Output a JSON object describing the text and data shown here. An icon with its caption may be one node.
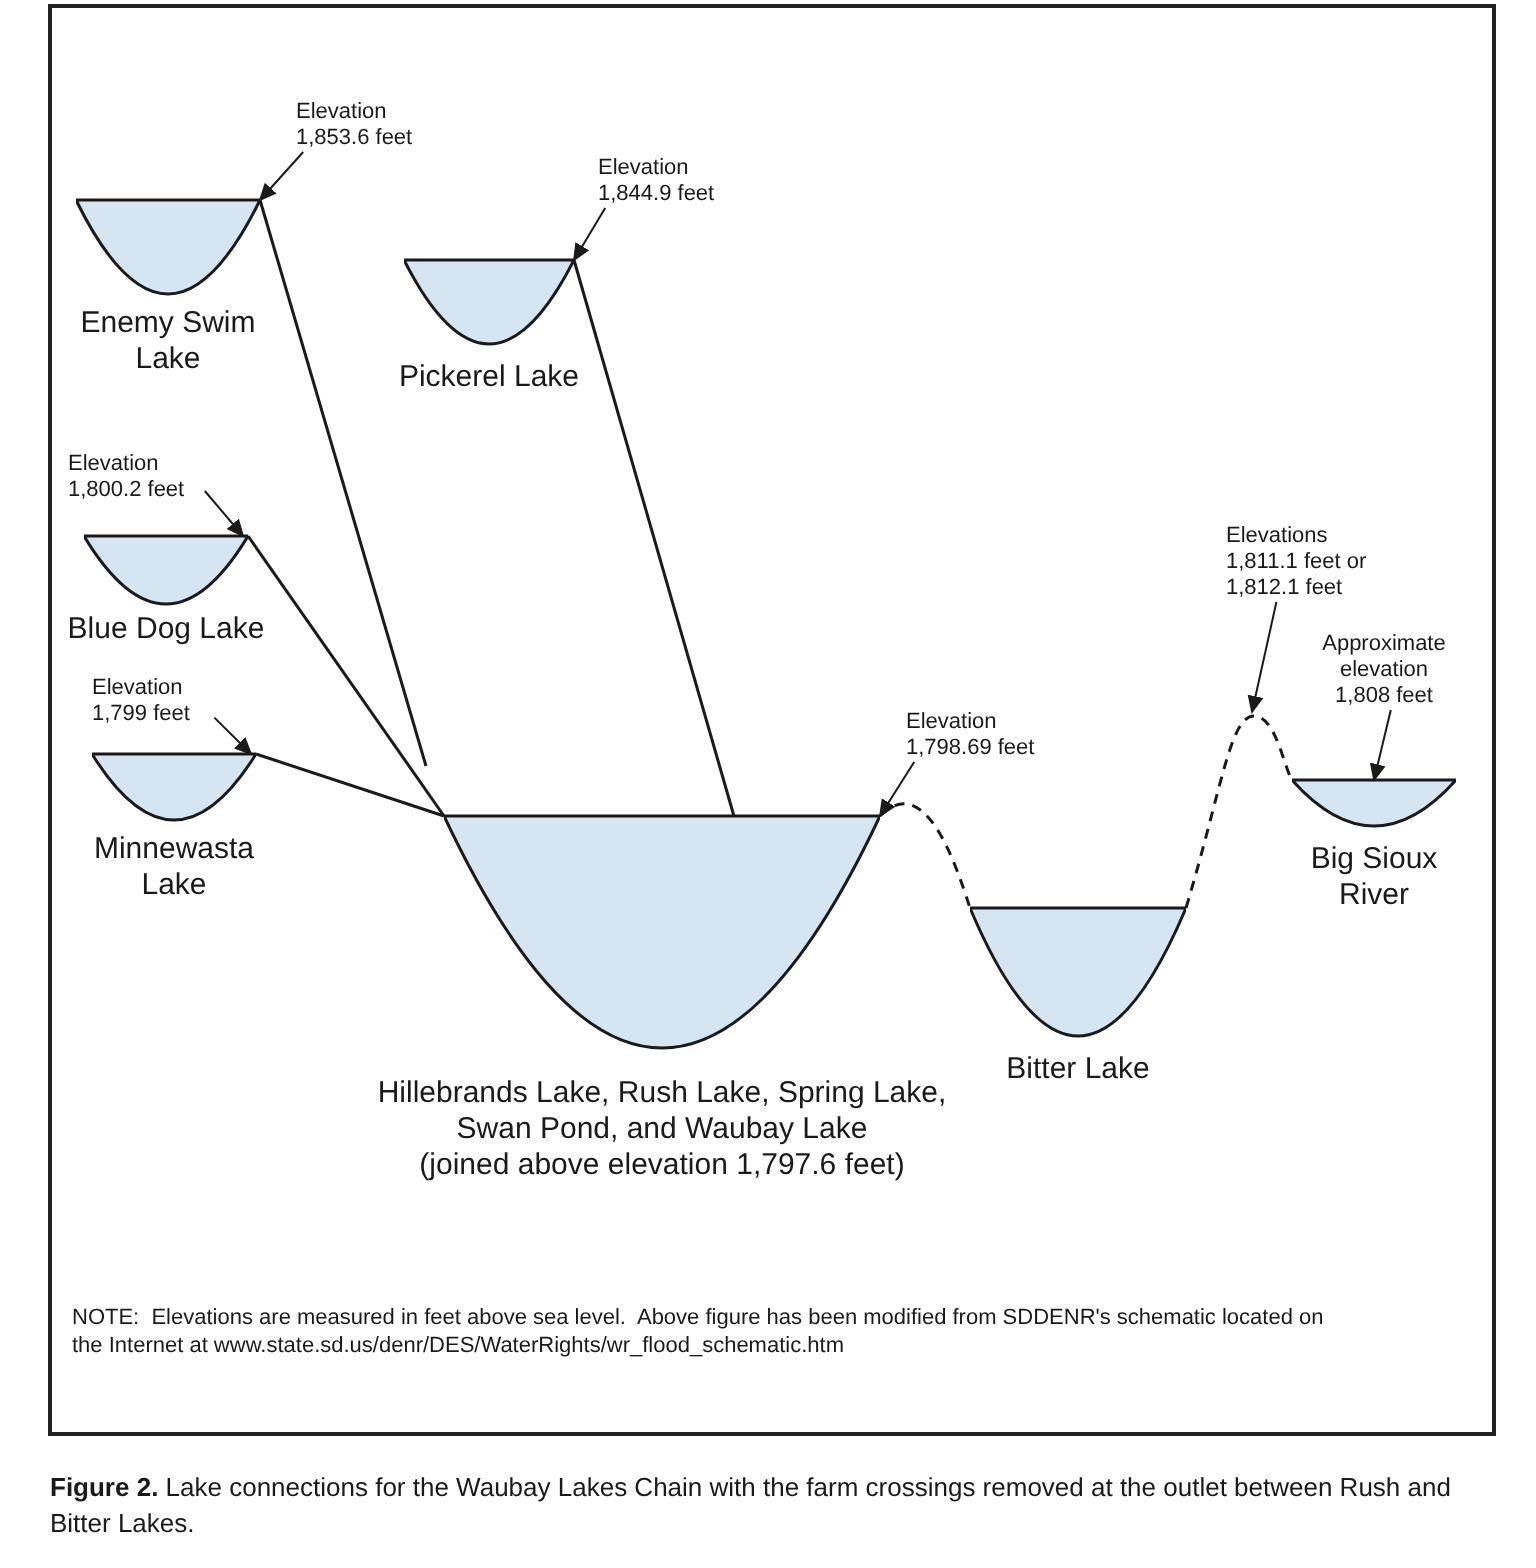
{
  "diagram": {
    "caption": "**Figure 2.** Lake connections for the Waubay Lakes Chain with the farm crossings removed at the outlet between Rush and Bitter Lakes.",
    "nodes": [
      {
        "text": [
          "Enemy Swim Lake"
        ]
      },
      {
        "text": [
          "Pickerel Lake"
        ]
      },
      {
        "text": [
          "Blue Dog Lake"
        ]
      },
      {
        "text": [
          "Minnewasta Lake"
        ]
      },
      {
        "text": [
          "Hillebrands Lake, Rush Lake, Spring Lake, Swan Pond, and Waubay Lake",
          "(joined above elevation 1,797.6 feet)"
        ]
      },
      {
        "text": [
          "Bitter Lake"
        ]
      },
      {
        "text": [
          "Big Sioux River"
        ]
      },
      {
        "text": [
          "Elevation 1,853.6 feet"
        ]
      },
      {
        "text": [
          "Elevation 1,844.9 feet"
        ]
      },
      {
        "text": [
          "Elevation 1,800.2 feet"
        ]
      },
      {
        "text": [
          "Elevation 1,799 feet"
        ]
      },
      {
        "text": [
          "Elevation 1,798.69 feet"
        ]
      },
      {
        "text": [
          "Elevations 1,811.1 feet or 1,812.1 feet"
        ]
      },
      {
        "text": [
          "Approximate elevation 1,808 feet"
        ]
      }
    ],
    "edges": [
      {
        "from": 0,
        "to": 4,
        "arrow": "none"
      },
      {
        "from": 1,
        "to": 4,
        "arrow": "none"
      },
      {
        "from": 2,
        "to": 4,
        "arrow": "none"
      },
      {
        "from": 3,
        "to": 4,
        "arrow": "none"
      },
      {
        "from": 4,
        "to": 5,
        "arrow": "none",
        "style": "dashed"
      },
      {
        "from": 5,
        "to": 6,
        "arrow": "none",
        "style": "dashed"
      },
      {
        "from": 7,
        "to": 0,
        "arrow": "to"
      },
      {
        "from": 8,
        "to": 1,
        "arrow": "to"
      },
      {
        "from": 9,
        "to": 2,
        "arrow": "to"
      },
      {
        "from": 10,
        "to": 3,
        "arrow": "to"
      },
      {
        "from": 11,
        "to": 4,
        "arrow": "to"
      },
      {
        "from": 12,
        "to": null,
        "arrow": "to"
      },
      {
        "from": 13,
        "to": 6,
        "arrow": "to"
      }
    ],
    "labels": [
      "NOTE:  Elevations are measured in feet above sea level.  Above figure has been modified from SDDENR's schematic located on the Internet at www.state.sd.us/denr/DES/WaterRights/wr_flood_schematic.htm"
    ]
  }
}
